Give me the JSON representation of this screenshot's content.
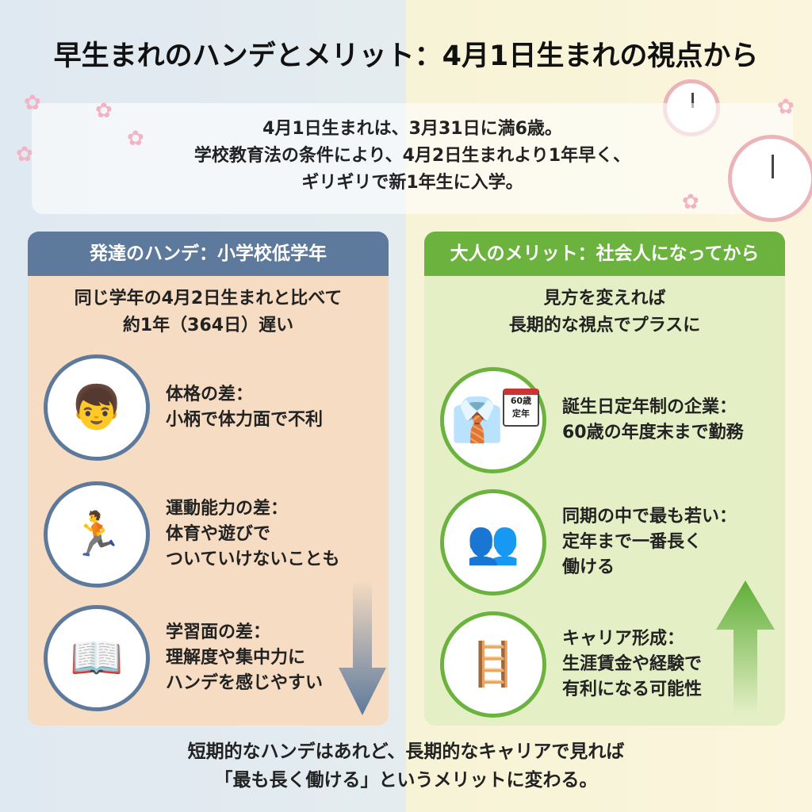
{
  "title": "早生まれのハンデとメリット：4月1日生まれの視点から",
  "info": [
    "4月1日生まれは、3月31日に満6歳。",
    "学校教育法の条件により、4月2日生まれより1年早く、",
    "ギリギリで新1年生に入学。"
  ],
  "left": {
    "header": "発達のハンデ：小学校低学年",
    "lead": [
      "同じ学年の4月2日生まれと比べて",
      "約1年（364日）遅い"
    ],
    "items": [
      {
        "icon": "children-icon",
        "lines": [
          "体格の差：",
          "小柄で体力面で不利"
        ]
      },
      {
        "icon": "running-child-icon",
        "lines": [
          "運動能力の差：",
          "体育や遊びで",
          "ついていけないことも"
        ]
      },
      {
        "icon": "studying-child-icon",
        "lines": [
          "学習面の差：",
          "理解度や集中力に",
          "ハンデを感じやすい"
        ]
      }
    ]
  },
  "right": {
    "header": "大人のメリット：社会人になってから",
    "lead": [
      "見方を変えれば",
      "長期的な視点でプラスに"
    ],
    "items": [
      {
        "icon": "businessman-icon",
        "lines": [
          "誕生日定年制の企業：",
          "60歳の年度末まで勤務"
        ],
        "badge": [
          "60歳",
          "定年"
        ]
      },
      {
        "icon": "coworkers-icon",
        "lines": [
          "同期の中で最も若い：",
          "定年まで一番長く",
          "働ける"
        ]
      },
      {
        "icon": "career-ladder-icon",
        "lines": [
          "キャリア形成：",
          "生涯賃金や経験で",
          "有利になる可能性"
        ]
      }
    ]
  },
  "bottom": [
    "短期的なハンデはあれど、長期的なキャリアで見れば",
    "「最も長く働ける」というメリットに変わる。"
  ]
}
